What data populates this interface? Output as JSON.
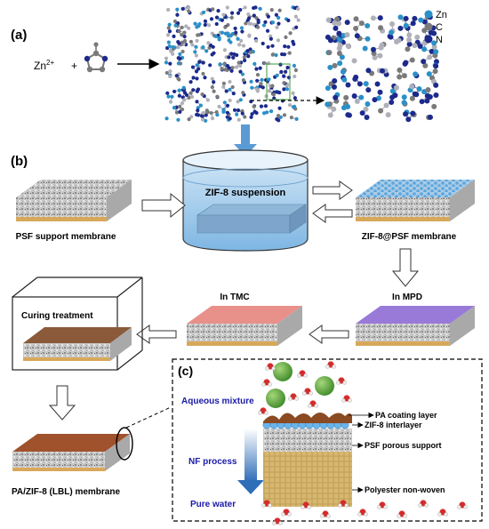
{
  "panels": {
    "a": "(a)",
    "b": "(b)",
    "c": "(c)"
  },
  "reaction": {
    "zinc_ion_base": "Zn",
    "zinc_ion_charge": "2+",
    "plus": "+"
  },
  "legend": {
    "zn": "Zn",
    "c": "C",
    "n": "N"
  },
  "colors": {
    "zn": "#2a90c8",
    "c": "#7a7a7a",
    "n": "#1c2a8c",
    "arrow_blue": "#5b9bd5",
    "pa_layer": "#a0522d",
    "tmc_layer": "#e8908a",
    "mpd_layer": "#9a7ad8",
    "nonwoven": "#d8b870",
    "zif_particle": "#6ab4e8"
  },
  "labels": {
    "suspension": "ZIF-8 suspension",
    "psf_support": "PSF support membrane",
    "zif_psf": "ZIF-8@PSF membrane",
    "in_mpd": "In MPD",
    "in_tmc": "In TMC",
    "curing": "Curing treatment",
    "final": "PA/ZIF-8 (LBL) membrane"
  },
  "inset": {
    "aqueous": "Aqueous mixture",
    "nf_process": "NF process",
    "pure_water": "Pure water",
    "pa_coating": "PA coating layer",
    "zif_interlayer": "ZIF-8 interlayer",
    "psf_porous": "PSF porous support",
    "polyester": "Polyester non-woven"
  }
}
